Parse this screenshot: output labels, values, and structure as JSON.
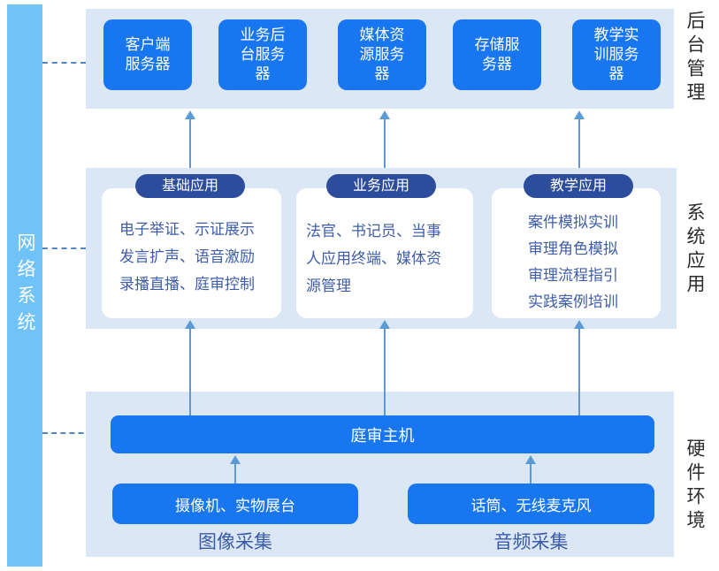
{
  "network_bar": {
    "label": "网络系统"
  },
  "backend": {
    "side_label": "后台管理",
    "servers": [
      {
        "label": "客户端\n服务器"
      },
      {
        "label": "业务后\n台服务\n器"
      },
      {
        "label": "媒体资\n源服务\n器"
      },
      {
        "label": "存储服\n务器"
      },
      {
        "label": "教学实\n训服务\n器"
      }
    ]
  },
  "applications": {
    "side_label": "系统应用",
    "cards": [
      {
        "pill": "基础应用",
        "body": "电子举证、示证展示\n发言扩声、语音激励\n录播直播、庭审控制"
      },
      {
        "pill": "业务应用",
        "body": "法官、书记员、当事\n人应用终端、媒体资\n源管理"
      },
      {
        "pill": "教学应用",
        "body": "案件模拟实训\n审理角色模拟\n审理流程指引\n实践案例培训"
      }
    ]
  },
  "hardware": {
    "side_label": "硬件环境",
    "host": "庭审主机",
    "devices": [
      {
        "label": "摄像机、实物展台",
        "caption": "图像采集"
      },
      {
        "label": "话筒、无线麦克风",
        "caption": "音频采集"
      }
    ]
  },
  "colors": {
    "box_blue": "#1877F0",
    "panel_blue": "#DCE7F5",
    "network_bar_blue": "#6FC3F9",
    "pill_navy": "#2C4C9C",
    "card_text_blue": "#3F5DA8",
    "arrow_blue": "#5B9BD5",
    "dash_blue": "#4F86C6",
    "side_label_gray": "#2D2D2D"
  }
}
